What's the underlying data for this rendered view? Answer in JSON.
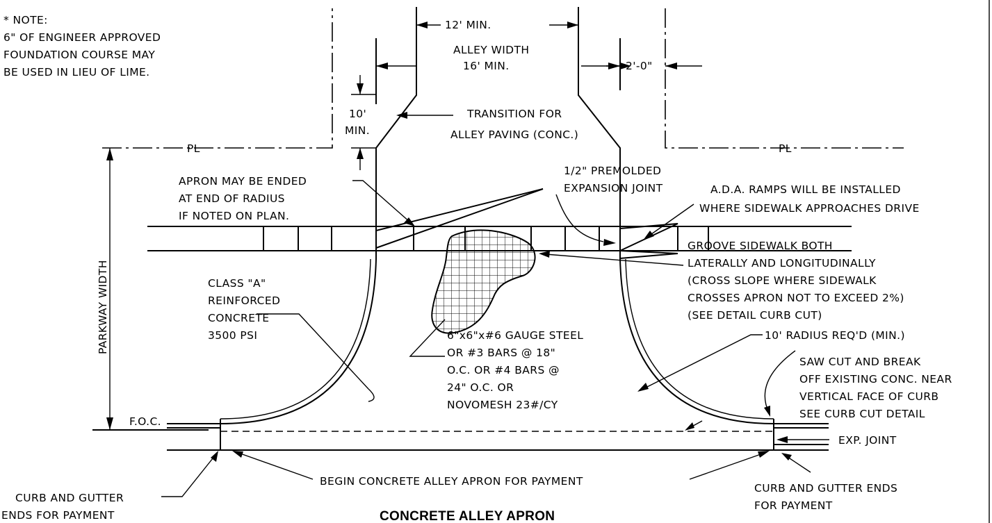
{
  "title": "CONCRETE ALLEY APRON",
  "note": {
    "lines": [
      "* NOTE:",
      "6\" OF ENGINEER APPROVED",
      "FOUNDATION COURSE MAY",
      "BE USED IN LIEU OF LIME."
    ]
  },
  "dimensions": {
    "min_12": "12' MIN.",
    "alley_width": [
      "ALLEY WIDTH",
      "16' MIN."
    ],
    "offset_2ft": "2'-0\"",
    "min_10": [
      "10'",
      "MIN."
    ],
    "parkway": "PARKWAY WIDTH"
  },
  "labels": {
    "transition": [
      "TRANSITION FOR",
      "ALLEY PAVING (CONC.)"
    ],
    "property_line": "PL",
    "apron_ended": [
      "APRON MAY BE ENDED",
      "AT END OF RADIUS",
      "IF NOTED ON PLAN."
    ],
    "expansion_joint": [
      "1/2\" PREMOLDED",
      "EXPANSION JOINT"
    ],
    "ada": [
      "A.D.A. RAMPS WILL BE INSTALLED",
      "WHERE SIDEWALK APPROACHES DRIVE"
    ],
    "groove": [
      "GROOVE SIDEWALK BOTH",
      "LATERALLY AND LONGITUDINALLY",
      "(CROSS SLOPE WHERE SIDEWALK",
      "CROSSES APRON NOT TO EXCEED 2%)",
      "(SEE DETAIL CURB CUT)"
    ],
    "class_a": [
      "CLASS \"A\"",
      "REINFORCED",
      "CONCRETE",
      "3500 PSI"
    ],
    "steel": [
      "6\"x6\"x#6 GAUGE STEEL",
      "OR #3 BARS @ 18\"",
      "O.C. OR #4 BARS @",
      "24\" O.C. OR",
      "NOVOMESH 23#/CY"
    ],
    "radius": "10' RADIUS REQ'D (MIN.)",
    "saw_cut": [
      "SAW CUT AND BREAK",
      "OFF EXISTING CONC. NEAR",
      "VERTICAL FACE OF CURB",
      "SEE CURB CUT DETAIL"
    ],
    "foc": "F.O.C.",
    "exp_joint": "EXP. JOINT",
    "begin_apron": "BEGIN CONCRETE ALLEY APRON FOR PAYMENT",
    "curb_ends_right": [
      "CURB AND GUTTER ENDS",
      "FOR PAYMENT"
    ],
    "curb_ends_left": [
      "CURB AND GUTTER",
      "ENDS FOR PAYMENT"
    ]
  }
}
